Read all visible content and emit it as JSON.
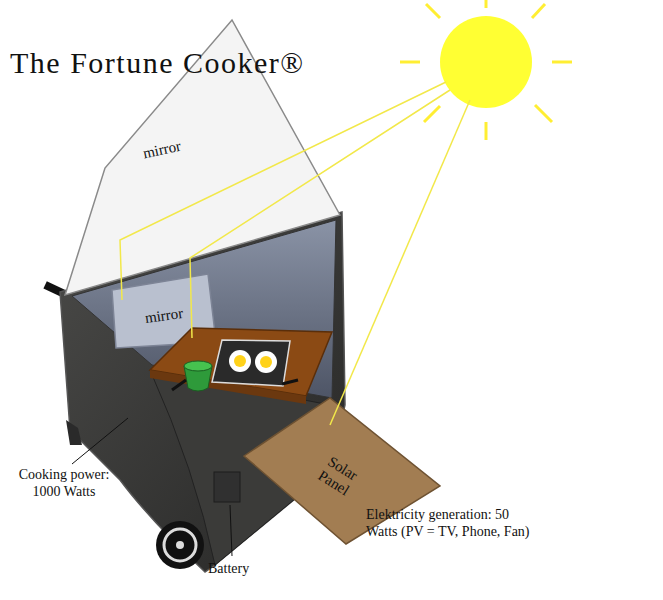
{
  "diagram": {
    "title": "The Fortune Cooker®",
    "nodes": [
      {
        "text": [
          "mirror"
        ]
      },
      {
        "text": [
          "mirror"
        ]
      },
      {
        "text": [
          "Solar Panel"
        ]
      }
    ],
    "labels": [
      "Cooking power: 1000 Watts",
      "Battery",
      "Elektricity generation: 50 Watts (PV = TV, Phone, Fan)"
    ]
  }
}
